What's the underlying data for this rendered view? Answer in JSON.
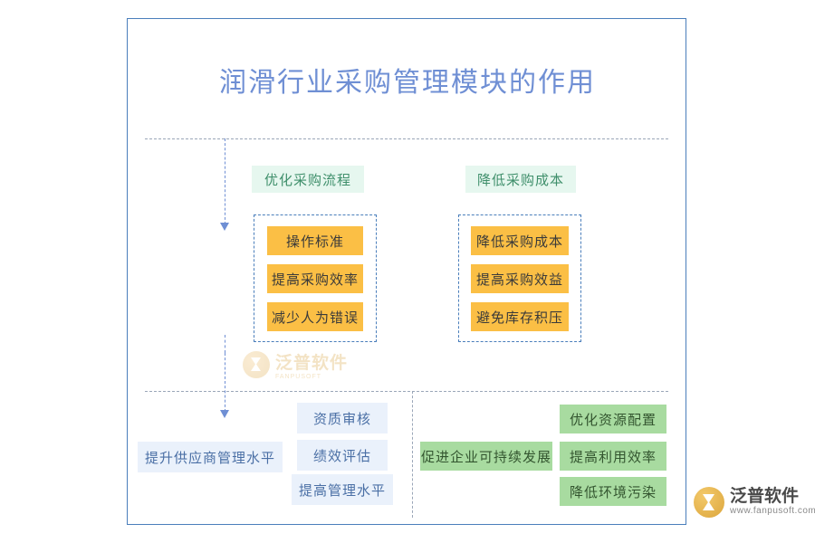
{
  "page": {
    "title": "润滑行业采购管理模块的作用",
    "accent_blue": "#6f8fd4",
    "frame_border": "#4a7ebb",
    "orange": "#fbbf45",
    "green": "#a8dba0",
    "light_green": "#e6f7ef",
    "light_blue": "#eaf1fb"
  },
  "columns": [
    {
      "header": "优化采购流程",
      "items": [
        "操作标准",
        "提高采购效率",
        "减少人为错误"
      ]
    },
    {
      "header": "降低采购成本",
      "items": [
        "降低采购成本",
        "提高采购效益",
        "避免库存积压"
      ]
    }
  ],
  "bottom": {
    "left_label": "提升供应商管理水平",
    "left_items": [
      "资质审核",
      "绩效评估",
      "提高管理水平"
    ],
    "right_label": "促进企业可持续发展",
    "right_items": [
      "优化资源配置",
      "提高利用效率",
      "降低环境污染"
    ]
  },
  "watermark": {
    "text": "泛普软件",
    "sub": "FANPUSOFT"
  },
  "logo": {
    "name": "泛普软件",
    "url": "www.fanpusoft.com"
  }
}
